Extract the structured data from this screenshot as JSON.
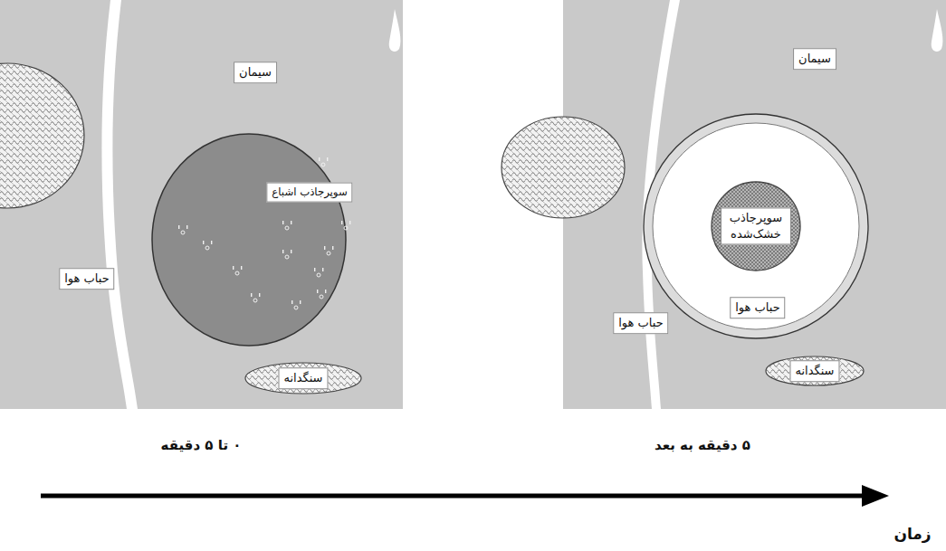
{
  "diagram": {
    "nodes": [
      {
        "text": [
          "سیمان"
        ]
      },
      {
        "text": [
          "سوپرجاذب اشباع"
        ],
        "in": 0
      },
      {
        "text": [
          "سنگدانه"
        ],
        "in": 0
      },
      {
        "text": [
          "سیمان"
        ]
      },
      {
        "text": [
          "حباب هوا"
        ],
        "in": 3
      },
      {
        "text": [
          "سوپرجاذب خشک‌شده"
        ],
        "in": 4
      },
      {
        "text": [
          "سنگدانه"
        ],
        "in": 3
      }
    ],
    "labels": [
      "حباب هوا",
      "حباب هوا",
      "۰ تا ۵ دقیقه",
      "۵ دقیقه به بعد",
      "زمان"
    ]
  }
}
